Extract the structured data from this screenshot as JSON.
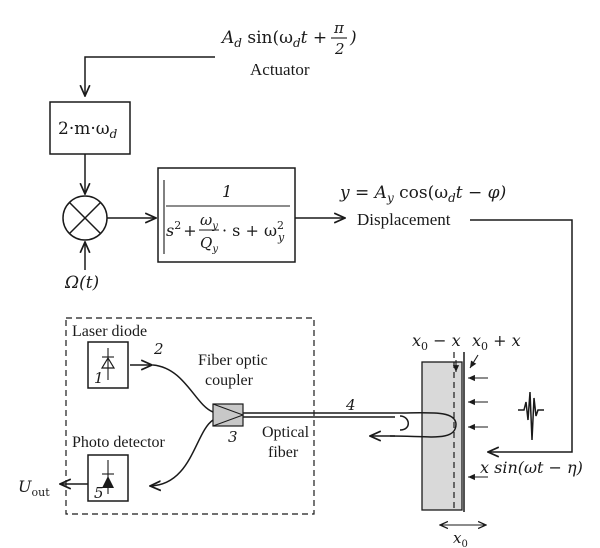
{
  "actuator": {
    "expr_lhs": "A",
    "expr_sub": "d",
    "expr_mid": " sin(ω",
    "expr_mid_sub": "d",
    "expr_end": "t +",
    "pi_num": "π",
    "pi_den": "2",
    "expr_close": ")",
    "label": "Actuator"
  },
  "gain_block": {
    "text": "2·m·ω",
    "sub": "d"
  },
  "omega_input": {
    "text": "Ω(t)"
  },
  "transfer": {
    "numerator": "1",
    "den_s2": "s",
    "den_s2_sup": "2",
    "den_plus": "+",
    "den_frac_num": "ω",
    "den_frac_num_sub": "y",
    "den_frac_den": "Q",
    "den_frac_den_sub": "y",
    "den_tail": "· s + ω",
    "den_tail_sup": "2",
    "den_tail_sub": "y"
  },
  "output": {
    "eq": "y = A",
    "eq_sub": "y",
    "eq_rest": " cos(ω",
    "eq_rest_sub": "d",
    "eq_end": "t − φ)",
    "label": "Displacement"
  },
  "optics": {
    "laser_label": "Laser diode",
    "laser_port": "1",
    "laser_port_out": "2",
    "photo_label": "Photo detector",
    "photo_port": "5",
    "coupler_label_1": "Fiber optic",
    "coupler_label_2": "coupler",
    "coupler_port": "3",
    "fiber_port": "4",
    "fiber_label_1": "Optical",
    "fiber_label_2": "fiber",
    "u_out": "U",
    "u_out_sub": "out"
  },
  "target": {
    "minus_label": "x",
    "minus_sub": "0",
    "minus_rest": " − x",
    "plus_label": "x",
    "plus_sub": "0",
    "plus_rest": " + x",
    "excitation": "x sin(ωt − η)",
    "gap_label": "x",
    "gap_sub": "0"
  }
}
